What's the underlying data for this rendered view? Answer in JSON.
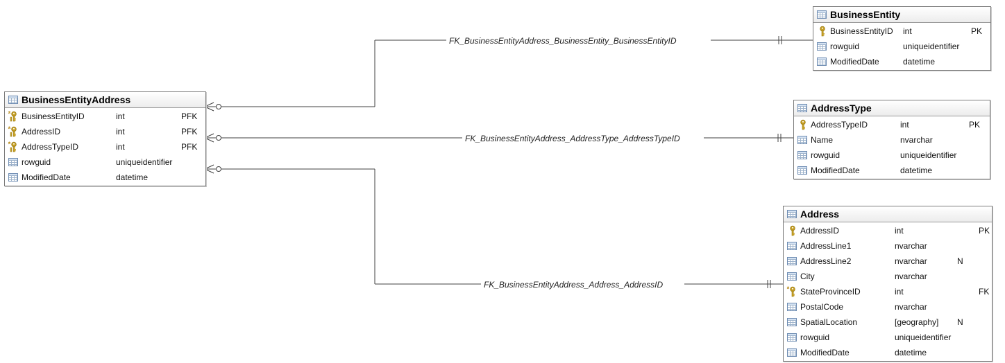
{
  "tables": {
    "bea": {
      "title": "BusinessEntityAddress",
      "columns": [
        {
          "name": "BusinessEntityID",
          "type": "int",
          "flag": "PFK",
          "icon": "pk-fk-key-icon"
        },
        {
          "name": "AddressID",
          "type": "int",
          "flag": "PFK",
          "icon": "pk-fk-key-icon"
        },
        {
          "name": "AddressTypeID",
          "type": "int",
          "flag": "PFK",
          "icon": "pk-fk-key-icon"
        },
        {
          "name": "rowguid",
          "type": "uniqueidentifier",
          "flag": "",
          "icon": "column-icon"
        },
        {
          "name": "ModifiedDate",
          "type": "datetime",
          "flag": "",
          "icon": "column-icon"
        }
      ]
    },
    "be": {
      "title": "BusinessEntity",
      "columns": [
        {
          "name": "BusinessEntityID",
          "type": "int",
          "flag": "PK",
          "icon": "pk-key-icon"
        },
        {
          "name": "rowguid",
          "type": "uniqueidentifier",
          "flag": "",
          "icon": "column-icon"
        },
        {
          "name": "ModifiedDate",
          "type": "datetime",
          "flag": "",
          "icon": "column-icon"
        }
      ]
    },
    "at": {
      "title": "AddressType",
      "columns": [
        {
          "name": "AddressTypeID",
          "type": "int",
          "flag": "PK",
          "icon": "pk-key-icon"
        },
        {
          "name": "Name",
          "type": "nvarchar",
          "flag": "",
          "icon": "column-icon"
        },
        {
          "name": "rowguid",
          "type": "uniqueidentifier",
          "flag": "",
          "icon": "column-icon"
        },
        {
          "name": "ModifiedDate",
          "type": "datetime",
          "flag": "",
          "icon": "column-icon"
        }
      ]
    },
    "addr": {
      "title": "Address",
      "columns": [
        {
          "name": "AddressID",
          "type": "int",
          "flag": "PK",
          "icon": "pk-key-icon"
        },
        {
          "name": "AddressLine1",
          "type": "nvarchar",
          "flag": "",
          "icon": "column-icon"
        },
        {
          "name": "AddressLine2",
          "type": "nvarchar",
          "flag": "N",
          "icon": "column-icon"
        },
        {
          "name": "City",
          "type": "nvarchar",
          "flag": "",
          "icon": "column-icon"
        },
        {
          "name": "StateProvinceID",
          "type": "int",
          "flag": "FK",
          "icon": "fk-key-icon"
        },
        {
          "name": "PostalCode",
          "type": "nvarchar",
          "flag": "",
          "icon": "column-icon"
        },
        {
          "name": "SpatialLocation",
          "type": "[geography]",
          "flag": "N",
          "icon": "column-icon"
        },
        {
          "name": "rowguid",
          "type": "uniqueidentifier",
          "flag": "",
          "icon": "column-icon"
        },
        {
          "name": "ModifiedDate",
          "type": "datetime",
          "flag": "",
          "icon": "column-icon"
        }
      ]
    }
  },
  "relationships": [
    {
      "id": "rel-be",
      "label": "FK_BusinessEntityAddress_BusinessEntity_BusinessEntityID"
    },
    {
      "id": "rel-at",
      "label": "FK_BusinessEntityAddress_AddressType_AddressTypeID"
    },
    {
      "id": "rel-addr",
      "label": "FK_BusinessEntityAddress_Address_AddressID"
    }
  ],
  "colors": {
    "line": "#404040",
    "key_gold": "#c9a227",
    "table_border": "#7a7a7a"
  }
}
